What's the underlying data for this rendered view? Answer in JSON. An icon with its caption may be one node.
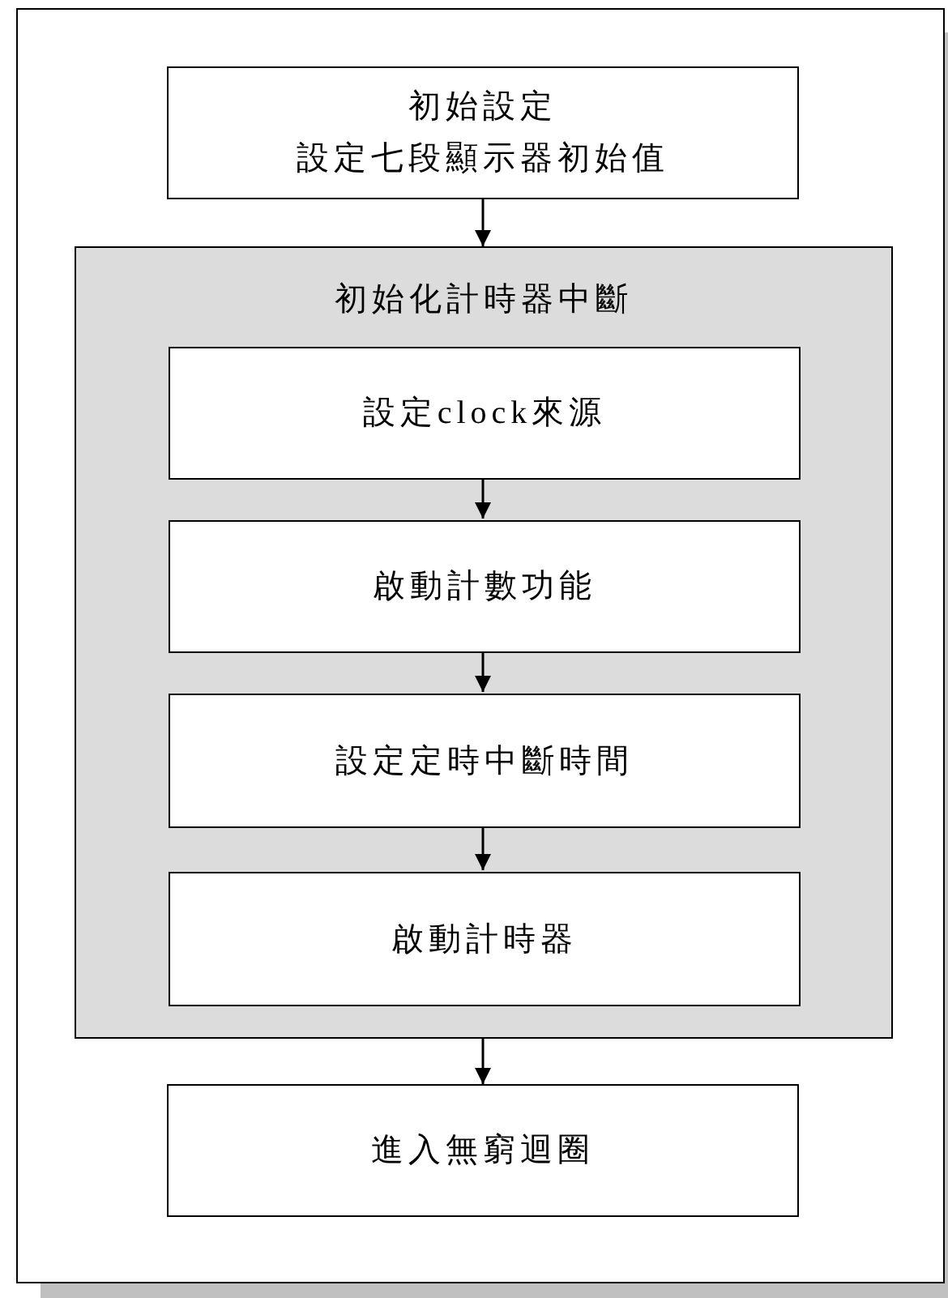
{
  "diagram": {
    "nodes": [
      {
        "text": [
          "初始設定",
          "設定七段顯示器初始值"
        ]
      },
      {
        "text": [
          "初始化計時器中斷"
        ]
      },
      {
        "text": [
          "設定clock來源"
        ],
        "in": 1
      },
      {
        "text": [
          "啟動計數功能"
        ],
        "in": 1
      },
      {
        "text": [
          "設定定時中斷時間"
        ],
        "in": 1
      },
      {
        "text": [
          "啟動計時器"
        ],
        "in": 1
      },
      {
        "text": [
          "進入無窮迴圈"
        ]
      }
    ],
    "edges": [
      {
        "from": 0,
        "to": 1,
        "arrow": "to"
      },
      {
        "from": 2,
        "to": 3,
        "arrow": "to"
      },
      {
        "from": 3,
        "to": 4,
        "arrow": "to"
      },
      {
        "from": 4,
        "to": 5,
        "arrow": "to"
      },
      {
        "from": 1,
        "to": 6,
        "arrow": "to"
      }
    ]
  }
}
